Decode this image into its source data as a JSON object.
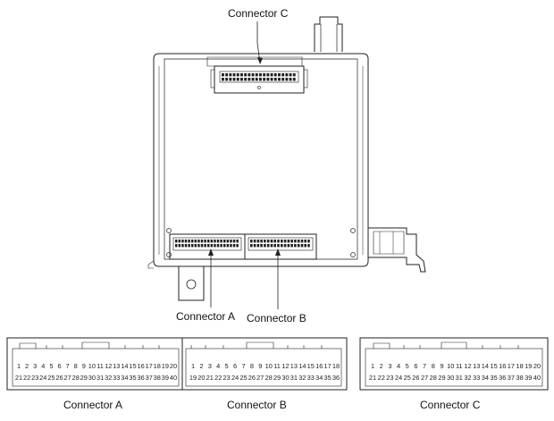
{
  "labels": {
    "top_connector_c": "Connector C",
    "module_connector_a": "Connector A",
    "module_connector_b": "Connector B",
    "face_a": "Connector A",
    "face_b": "Connector B",
    "face_c": "Connector C"
  },
  "connector_a": {
    "row1": [
      "1",
      "2",
      "3",
      "4",
      "5",
      "6",
      "7",
      "8",
      "9",
      "10",
      "11",
      "12",
      "13",
      "14",
      "15",
      "16",
      "17",
      "18",
      "19",
      "20"
    ],
    "row2": [
      "21",
      "22",
      "23",
      "24",
      "25",
      "26",
      "27",
      "28",
      "29",
      "30",
      "31",
      "32",
      "33",
      "34",
      "35",
      "36",
      "37",
      "38",
      "39",
      "40"
    ]
  },
  "connector_b": {
    "row1": [
      "1",
      "2",
      "3",
      "4",
      "5",
      "6",
      "7",
      "8",
      "9",
      "10",
      "11",
      "12",
      "13",
      "14",
      "15",
      "16",
      "17",
      "18"
    ],
    "row2": [
      "19",
      "20",
      "21",
      "22",
      "23",
      "24",
      "25",
      "26",
      "27",
      "28",
      "29",
      "30",
      "31",
      "32",
      "33",
      "34",
      "35",
      "36"
    ]
  },
  "connector_c": {
    "row1": [
      "1",
      "2",
      "3",
      "4",
      "5",
      "6",
      "7",
      "8",
      "9",
      "10",
      "11",
      "12",
      "13",
      "14",
      "15",
      "16",
      "17",
      "18",
      "19",
      "20"
    ],
    "row2": [
      "21",
      "22",
      "23",
      "24",
      "25",
      "26",
      "27",
      "28",
      "29",
      "30",
      "31",
      "32",
      "33",
      "34",
      "35",
      "36",
      "37",
      "38",
      "39",
      "40"
    ]
  }
}
